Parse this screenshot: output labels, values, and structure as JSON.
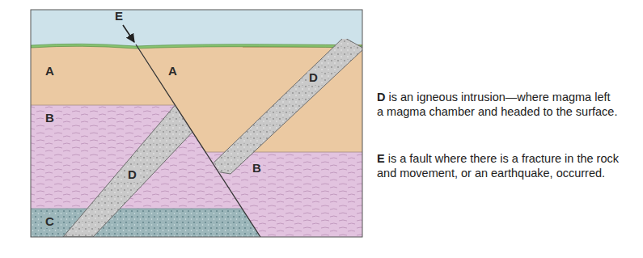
{
  "diagram": {
    "labels": [
      "E",
      "A",
      "A",
      "B",
      "B",
      "C",
      "D",
      "D",
      "D is an igneous intrusion—where magma left a magma chamber and headed to the surface.",
      "E is a fault where there is a fracture in the rock and movement, or an earthquake, occurred."
    ]
  }
}
